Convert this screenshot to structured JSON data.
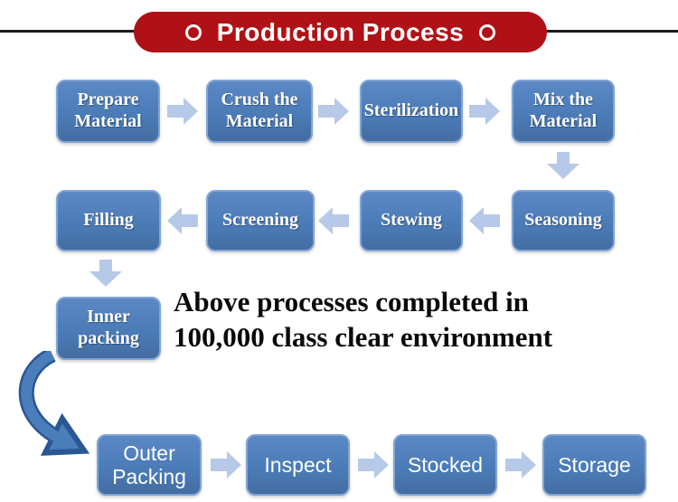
{
  "header": {
    "title": "Production Process",
    "left_icon": "circle-outline",
    "right_icon": "circle-outline"
  },
  "note": {
    "line1": "Above processes completed in",
    "line2": "100,000 class clear environment"
  },
  "flow": {
    "row1": [
      "Prepare\nMaterial",
      "Crush the\nMaterial",
      "Sterilization",
      "Mix the\nMaterial"
    ],
    "row2": [
      "Filling",
      "Screening",
      "Stewing",
      "Seasoning"
    ],
    "inner_packing": "Inner\npacking",
    "row3": [
      "Outer\nPacking",
      "Inspect",
      "Stocked",
      "Storage"
    ]
  },
  "colors": {
    "banner_red": "#b01116",
    "rule_black": "#1c1c1c",
    "box_blue": "#4b7cb8",
    "box_border": "#82a5d4",
    "arrow_light": "#b7c9e8",
    "arrow_dark": "#3d6db3",
    "text_white": "#ffffff",
    "note_black": "#0a0a0a"
  }
}
